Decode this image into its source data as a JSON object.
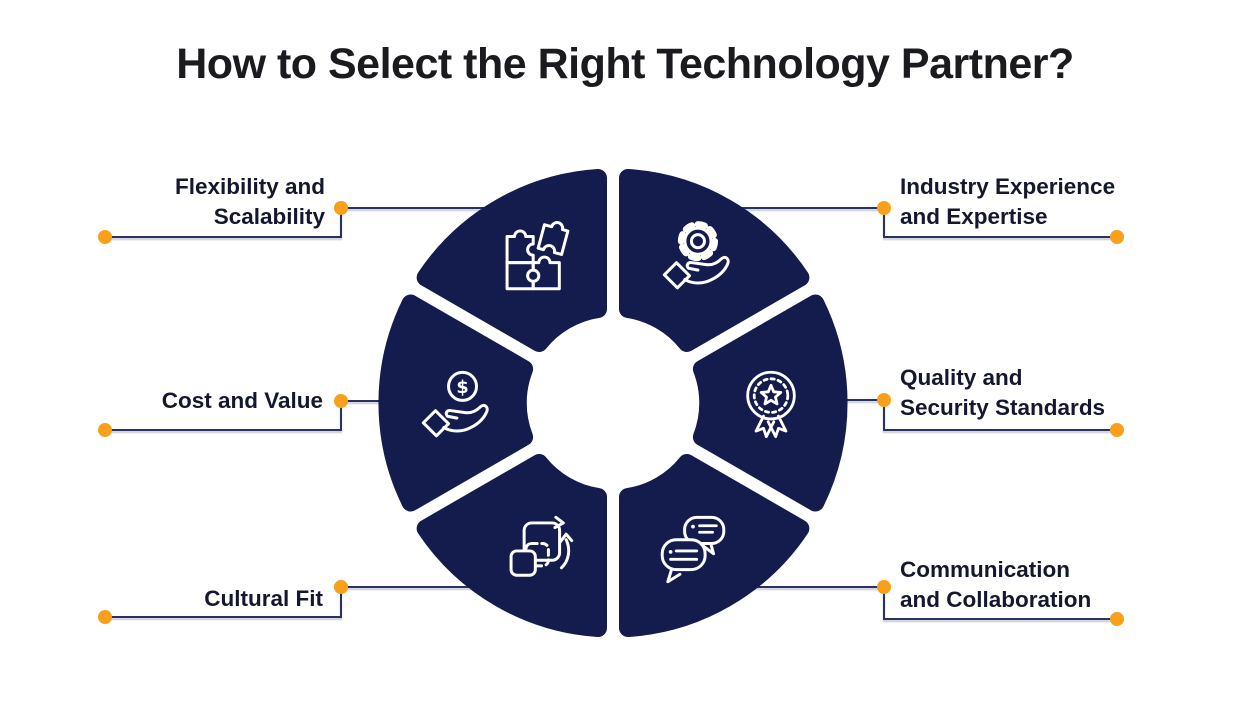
{
  "title": "How to Select the Right Technology Partner?",
  "diagram": {
    "labels": [
      {
        "id": "flexibility",
        "text": "Flexibility and\nScalability",
        "side": "left"
      },
      {
        "id": "industry",
        "text": "Industry Experience\nand Expertise",
        "side": "right"
      },
      {
        "id": "cost",
        "text": "Cost and Value",
        "side": "left"
      },
      {
        "id": "quality",
        "text": "Quality and\nSecurity Standards",
        "side": "right"
      },
      {
        "id": "cultural",
        "text": "Cultural Fit",
        "side": "left"
      },
      {
        "id": "communication",
        "text": "Communication\nand Collaboration",
        "side": "right"
      }
    ],
    "segments": [
      {
        "position": "top-left",
        "icon": "puzzle-icon",
        "label_ref": "flexibility"
      },
      {
        "position": "top-right",
        "icon": "gear-hand-icon",
        "label_ref": "industry"
      },
      {
        "position": "middle-left",
        "icon": "dollar-hand-icon",
        "label_ref": "cost"
      },
      {
        "position": "middle-right",
        "icon": "award-ribbon-icon",
        "label_ref": "quality"
      },
      {
        "position": "bottom-left",
        "icon": "cycle-arrows-icon",
        "label_ref": "cultural"
      },
      {
        "position": "bottom-right",
        "icon": "chat-bubbles-icon",
        "label_ref": "communication"
      }
    ],
    "icons": {
      "dollar_symbol": "$"
    },
    "colors": {
      "wedge": "#141B4D",
      "icon_stroke": "#FFFFFF",
      "connector_line": "#2A3160",
      "dot": "#F9A01B",
      "title_text": "#1B1B1F",
      "label_text": "#15172E",
      "background": "#FFFFFF"
    }
  }
}
